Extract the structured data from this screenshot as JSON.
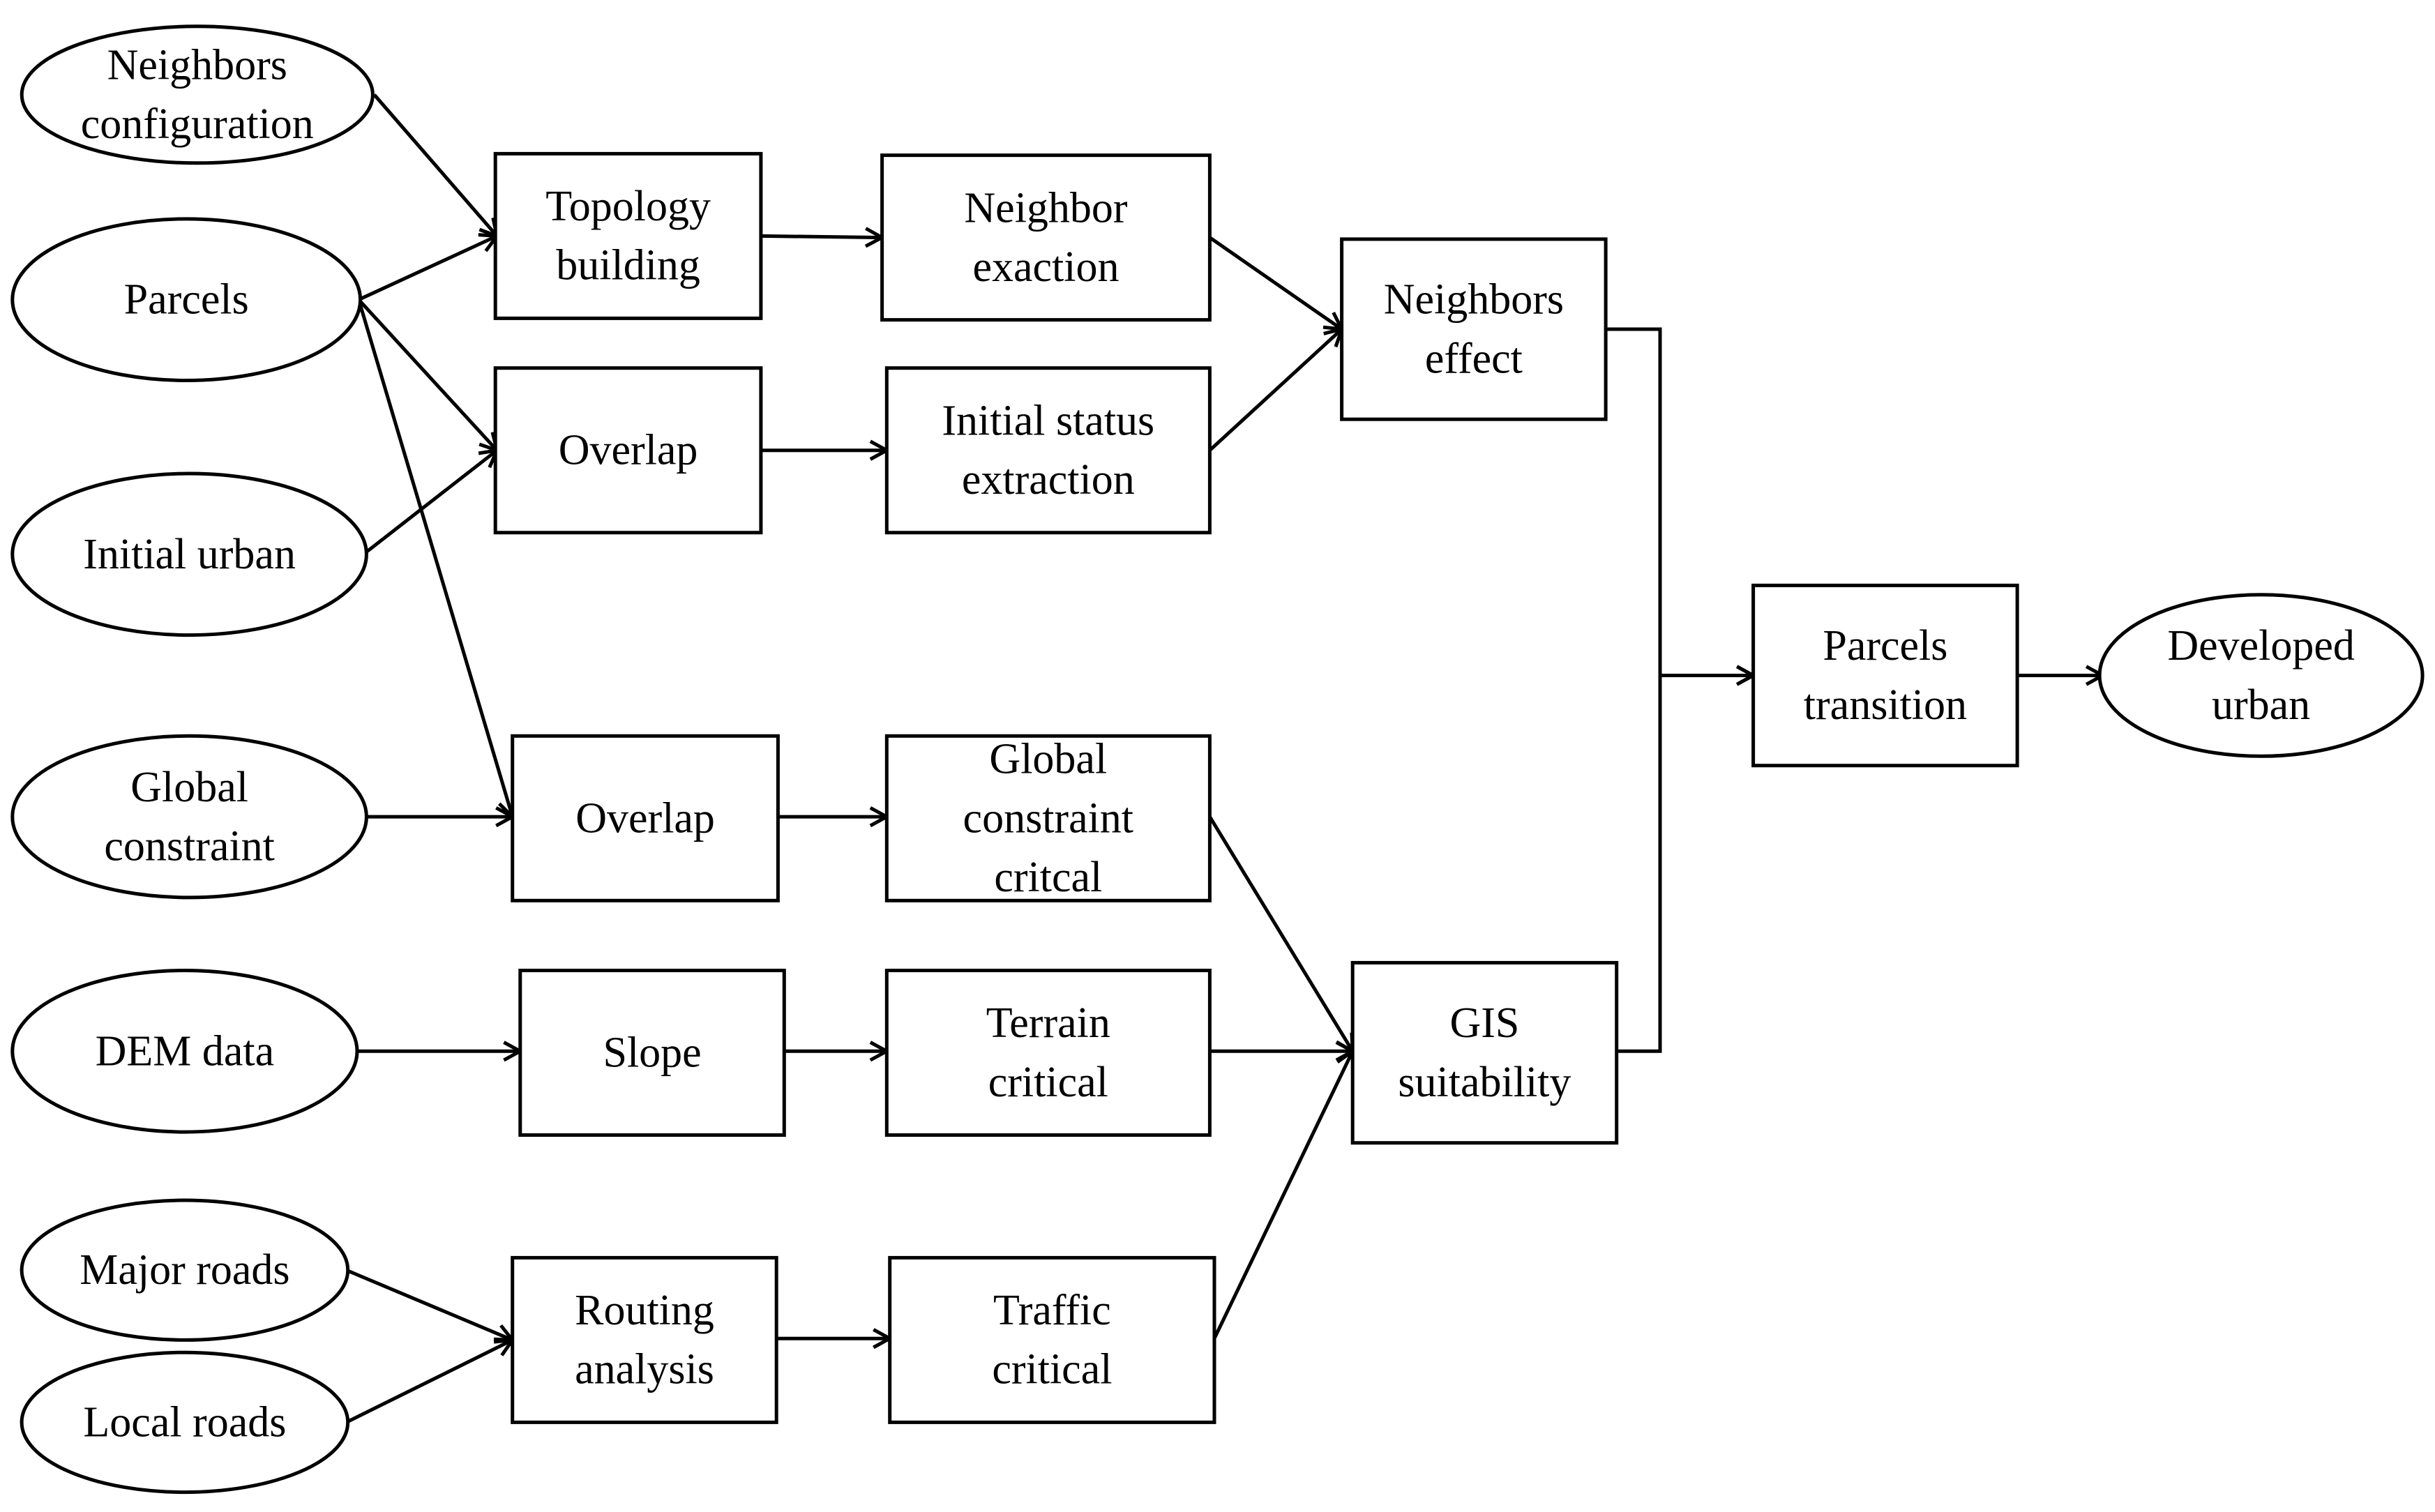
{
  "nodes": {
    "neighbors_configuration": {
      "shape": "ellipse",
      "lines": [
        "Neighbors",
        "configuration"
      ]
    },
    "parcels": {
      "shape": "ellipse",
      "lines": [
        "Parcels"
      ]
    },
    "initial_urban": {
      "shape": "ellipse",
      "lines": [
        "Initial urban"
      ]
    },
    "global_constraint": {
      "shape": "ellipse",
      "lines": [
        "Global",
        "constraint"
      ]
    },
    "dem_data": {
      "shape": "ellipse",
      "lines": [
        "DEM data"
      ]
    },
    "major_roads": {
      "shape": "ellipse",
      "lines": [
        "Major roads"
      ]
    },
    "local_roads": {
      "shape": "ellipse",
      "lines": [
        "Local roads"
      ]
    },
    "topology_building": {
      "shape": "box",
      "lines": [
        "Topology",
        "building"
      ]
    },
    "overlap_1": {
      "shape": "box",
      "lines": [
        "Overlap"
      ]
    },
    "overlap_2": {
      "shape": "box",
      "lines": [
        "Overlap"
      ]
    },
    "slope": {
      "shape": "box",
      "lines": [
        "Slope"
      ]
    },
    "routing_analysis": {
      "shape": "box",
      "lines": [
        "Routing",
        "analysis"
      ]
    },
    "neighbor_exaction": {
      "shape": "box",
      "lines": [
        "Neighbor",
        "exaction"
      ]
    },
    "initial_status_extraction": {
      "shape": "box",
      "lines": [
        "Initial  status",
        "extraction"
      ]
    },
    "global_constraint_critcal": {
      "shape": "box",
      "lines": [
        "Global",
        "constraint",
        "critcal"
      ]
    },
    "terrain_critical": {
      "shape": "box",
      "lines": [
        "Terrain",
        "critical"
      ]
    },
    "traffic_critical": {
      "shape": "box",
      "lines": [
        "Traffic",
        "critical"
      ]
    },
    "neighbors_effect": {
      "shape": "box",
      "lines": [
        "Neighbors",
        "effect"
      ]
    },
    "gis_suitability": {
      "shape": "box",
      "lines": [
        "GIS",
        "suitability"
      ]
    },
    "parcels_transition": {
      "shape": "box",
      "lines": [
        "Parcels",
        "transition"
      ]
    },
    "developed_urban": {
      "shape": "ellipse",
      "lines": [
        "Developed",
        "urban"
      ]
    }
  },
  "edges": [
    {
      "from": "neighbors_configuration",
      "to": "topology_building"
    },
    {
      "from": "parcels",
      "to": "topology_building"
    },
    {
      "from": "parcels",
      "to": "overlap_1"
    },
    {
      "from": "parcels",
      "to": "overlap_2"
    },
    {
      "from": "initial_urban",
      "to": "overlap_1"
    },
    {
      "from": "global_constraint",
      "to": "overlap_2"
    },
    {
      "from": "dem_data",
      "to": "slope"
    },
    {
      "from": "major_roads",
      "to": "routing_analysis"
    },
    {
      "from": "local_roads",
      "to": "routing_analysis"
    },
    {
      "from": "topology_building",
      "to": "neighbor_exaction"
    },
    {
      "from": "overlap_1",
      "to": "initial_status_extraction"
    },
    {
      "from": "overlap_2",
      "to": "global_constraint_critcal"
    },
    {
      "from": "slope",
      "to": "terrain_critical"
    },
    {
      "from": "routing_analysis",
      "to": "traffic_critical"
    },
    {
      "from": "neighbor_exaction",
      "to": "neighbors_effect"
    },
    {
      "from": "initial_status_extraction",
      "to": "neighbors_effect"
    },
    {
      "from": "global_constraint_critcal",
      "to": "gis_suitability"
    },
    {
      "from": "terrain_critical",
      "to": "gis_suitability"
    },
    {
      "from": "traffic_critical",
      "to": "gis_suitability"
    },
    {
      "from": "neighbors_effect",
      "to": "parcels_transition"
    },
    {
      "from": "gis_suitability",
      "to": "parcels_transition"
    },
    {
      "from": "parcels_transition",
      "to": "developed_urban"
    }
  ]
}
